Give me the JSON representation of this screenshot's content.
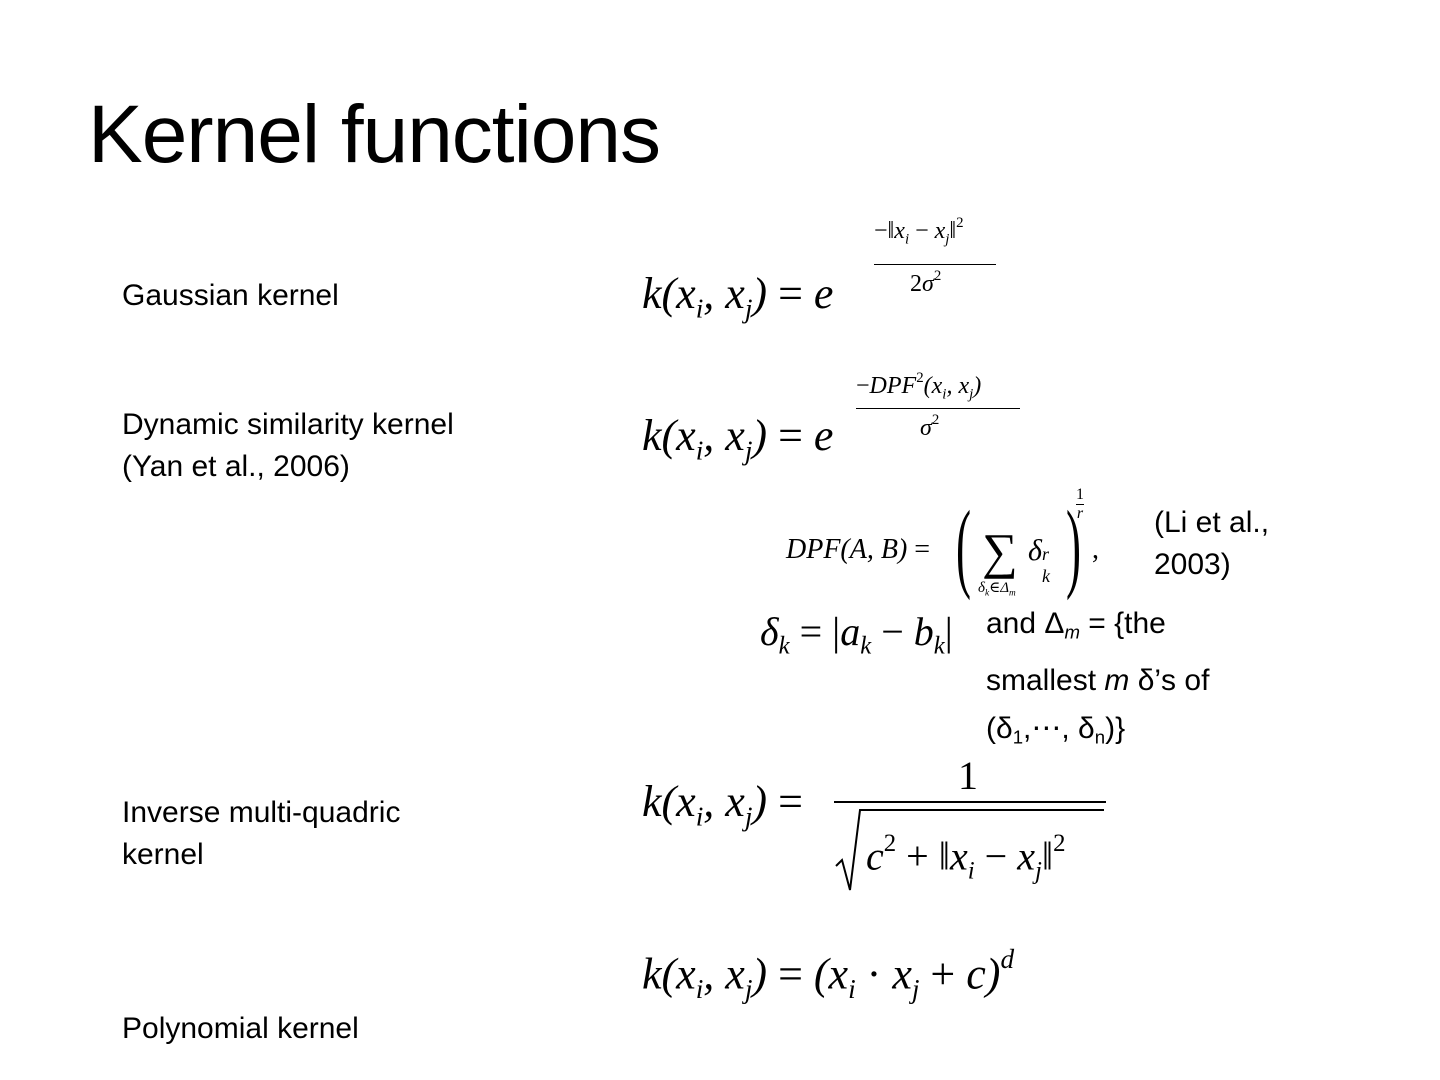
{
  "slide": {
    "title": "Kernel functions"
  },
  "kernels": [
    {
      "label_lines": [
        "Gaussian kernel"
      ],
      "formula": "k(x_i, x_j) = e^( −‖x_i − x_j‖² / 2σ² )"
    },
    {
      "label_lines": [
        "Dynamic similarity kernel",
        "(Yan et al., 2006)"
      ],
      "formula": "k(x_i, x_j) = e^( −DPF²(x_i, x_j) / σ² )"
    },
    {
      "label_lines": [
        "Inverse multi-quadric",
        "kernel"
      ],
      "formula": "k(x_i, x_j) = 1 / √( c² + ‖x_i − x_j‖² )"
    },
    {
      "label_lines": [
        "Polynomial kernel"
      ],
      "formula": "k(x_i, x_j) = (x_i · x_j + c)^d"
    }
  ],
  "dpf": {
    "formula": "DPF(A,B) = ( Σ_{δ_k∈Δ_m} δ_k^r )^(1/r),",
    "citation_lines": [
      "(Li et al.,",
      "2003)"
    ],
    "delta_formula": "δ_k = |a_k − b_k|",
    "note": {
      "line1_prefix": "and Δ",
      "line1_sub": "m",
      "line1_suffix": " = {the",
      "line2_prefix": "smallest ",
      "line2_var": "m",
      "line2_suffix": "  δ’s of",
      "line3_open": "(δ",
      "line3_sub1": "1",
      "line3_mid": ",⋯, δ",
      "line3_sub2": "n",
      "line3_close": ")}"
    }
  }
}
